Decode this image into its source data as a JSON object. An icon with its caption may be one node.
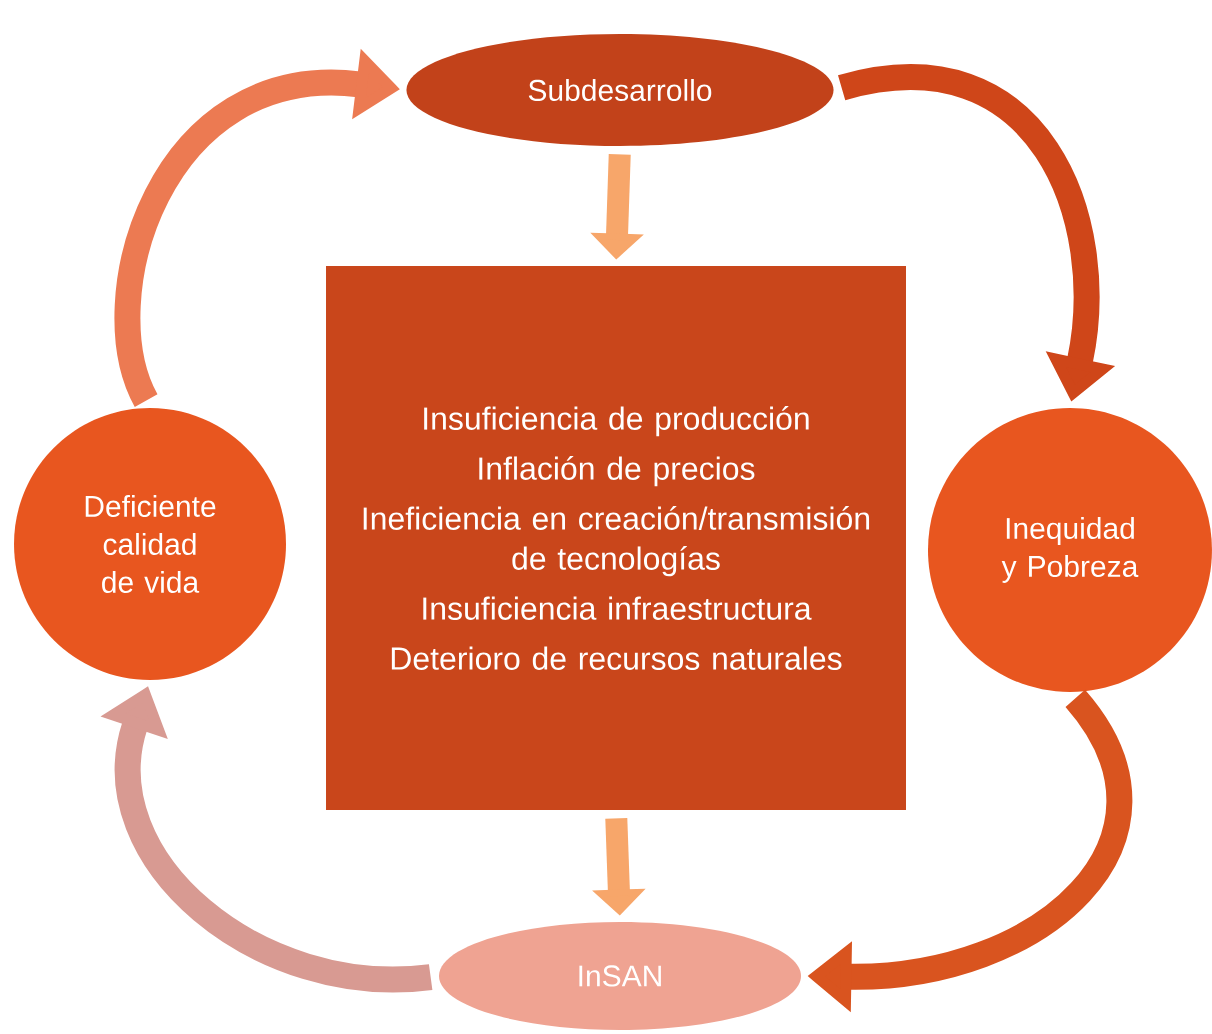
{
  "diagram": {
    "nodes": [
      {
        "text": [
          "Subdesarrollo"
        ]
      },
      {
        "text": [
          "Insuficiencia de producción",
          "Inflación de precios",
          "Ineficiencia en creación/transmisión de tecnologías",
          "Insuficiencia infraestructura",
          "Deterioro de recursos naturales"
        ]
      },
      {
        "text": [
          "Inequidad y Pobreza"
        ]
      },
      {
        "text": [
          "InSAN"
        ]
      },
      {
        "text": [
          "Deficiente calidad de vida"
        ]
      }
    ],
    "edges": [
      {
        "from": 4,
        "to": 0,
        "arrow": "to",
        "color": "#ec7a52"
      },
      {
        "from": 0,
        "to": 2,
        "arrow": "to",
        "color": "#cf4619"
      },
      {
        "from": 2,
        "to": 3,
        "arrow": "to",
        "color": "#d9541f"
      },
      {
        "from": 3,
        "to": 4,
        "arrow": "to",
        "color": "#d89a92"
      },
      {
        "from": 0,
        "to": 1,
        "arrow": "to",
        "color": "#f7a66a"
      },
      {
        "from": 1,
        "to": 3,
        "arrow": "to",
        "color": "#f7a66a"
      }
    ]
  }
}
